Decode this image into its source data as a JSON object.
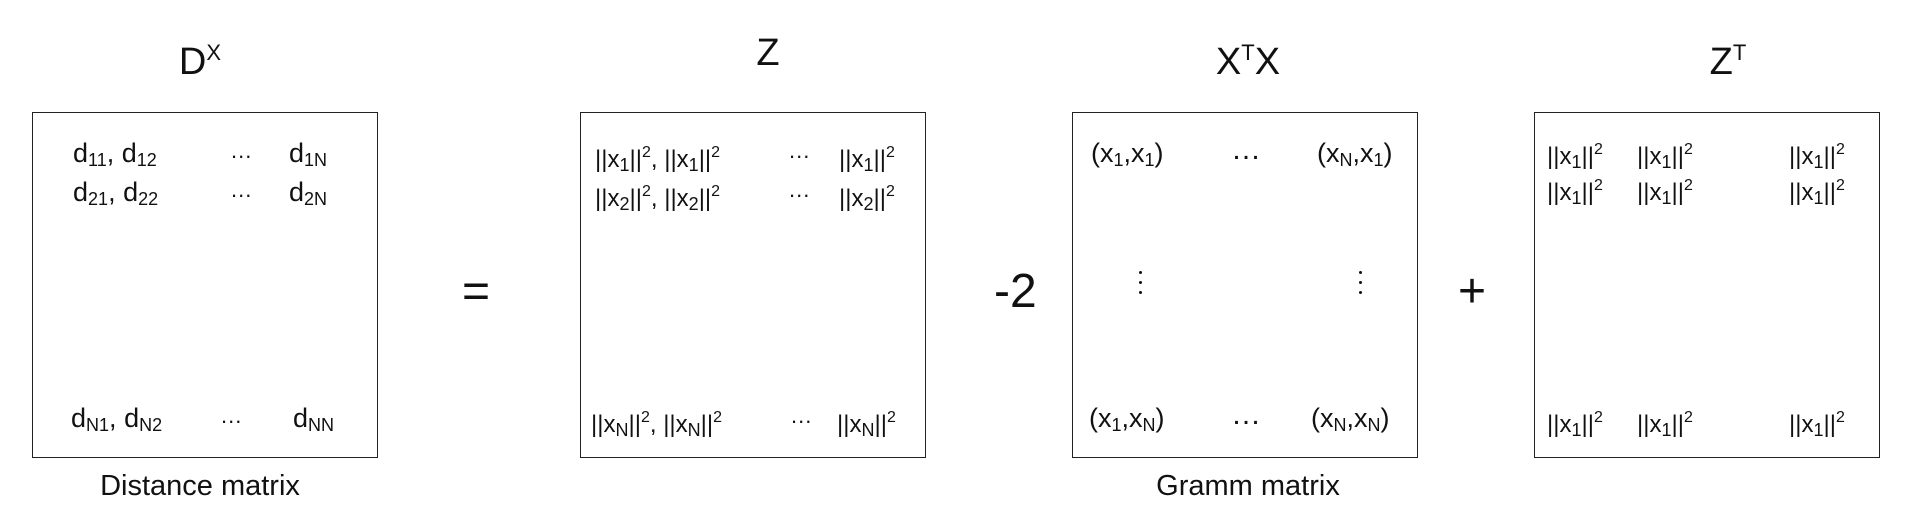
{
  "titles": {
    "dx": {
      "base": "D",
      "sup": "X"
    },
    "z": {
      "base": "Z"
    },
    "xtx": {
      "sup": "T",
      "pre": "X",
      "post": "X"
    },
    "zt": {
      "base": "Z",
      "sup": "T"
    }
  },
  "captions": {
    "distance": "Distance matrix",
    "gramm": "Gramm matrix"
  },
  "operators": {
    "equals": "=",
    "minus_two": "-2",
    "plus": "+"
  },
  "symbols": {
    "d": "d",
    "comma": ",",
    "norm_open": "||",
    "x": "x",
    "norm_close": "||",
    "sq": "2",
    "lparen": "(",
    "rparen": ")",
    "ellipsis": "...",
    "bigdots": "…"
  },
  "subscripts": {
    "s11": "11",
    "s12": "12",
    "s1N": "1N",
    "s21": "21",
    "s22": "22",
    "s2N": "2N",
    "sN1": "N1",
    "sN2": "N2",
    "sNN": "NN",
    "s1": "1",
    "s2": "2",
    "sN": "N"
  }
}
